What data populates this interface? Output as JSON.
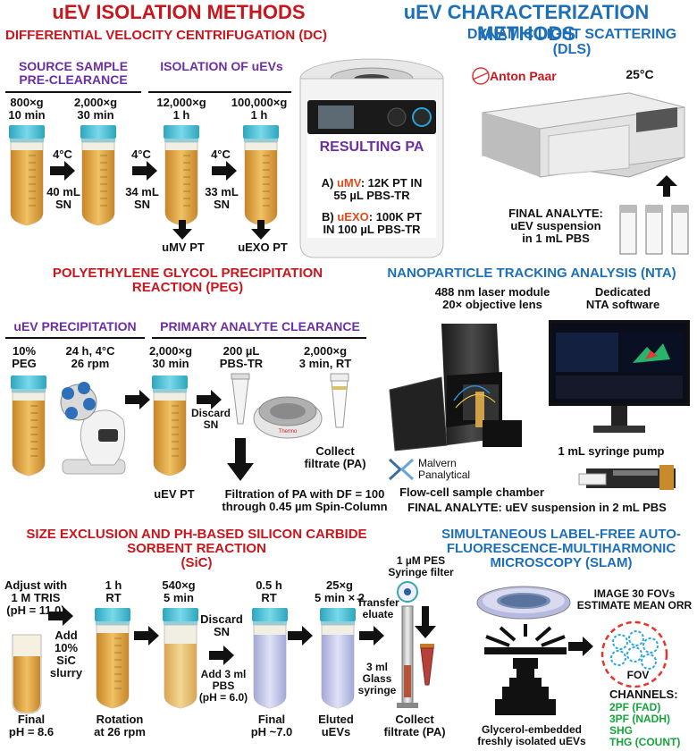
{
  "headers": {
    "isolation": "uEV ISOLATION METHODS",
    "characterization": "uEV CHARACTERIZATION METHODS"
  },
  "dc": {
    "title": "DIFFERENTIAL VELOCITY CENTRIFUGATION (DC)",
    "pre_label": "SOURCE SAMPLE\nPRE-CLEARANCE",
    "iso_label": "ISOLATION OF uEVs",
    "step1": "800×g\n10 min",
    "step2": "2,000×g\n30 min",
    "step3": "12,000×g\n1 h",
    "step4": "100,000×g\n1 h",
    "t1": "4°C",
    "t2": "4°C",
    "t3": "4°C",
    "sn1": "40 mL\nSN",
    "sn2": "34 mL\nSN",
    "sn3": "33 mL\nSN",
    "umv_pt": "uMV PT",
    "uexo_pt": "uEXO PT",
    "result_title": "RESULTING PA",
    "res_a_pre": "A) ",
    "res_a_hl": "uMV",
    "res_a_post": ": 12K PT IN\n55 µL PBS-TR",
    "res_b_pre": "B) ",
    "res_b_hl": "uEXO",
    "res_b_post": ": 100K PT\nIN 100 µL PBS-TR"
  },
  "dls": {
    "title": "DYNAMIC LIGHT SCATTERING\n(DLS)",
    "brand": "Anton Paar",
    "temp": "25°C",
    "final": "FINAL ANALYTE:\nuEV suspension\nin 1 mL PBS"
  },
  "peg": {
    "title": "POLYETHYLENE GLYCOL PRECIPITATION\nREACTION (PEG)",
    "prec_label": "uEV PRECIPITATION",
    "clear_label": "PRIMARY ANALYTE CLEARANCE",
    "s1": "10%\nPEG",
    "s2": "24 h, 4°C\n26 rpm",
    "s3": "2,000×g\n30 min",
    "s4": "200 µL\nPBS-TR",
    "s5": "2,000×g\n3 min, RT",
    "discard": "Discard\nSN",
    "collect": "Collect\nfiltrate (PA)",
    "uev_pt": "uEV PT",
    "filtration": "Filtration of PA with DF = 100\nthrough 0.45 µm Spin-Column"
  },
  "nta": {
    "title": "NANOPARTICLE TRACKING ANALYSIS (NTA)",
    "laser": "488 nm laser module\n20× objective lens",
    "software": "Dedicated\nNTA software",
    "pump": "1 mL syringe pump",
    "brand": "Malvern\nPanalytical",
    "flowcell": "Flow-cell sample chamber",
    "final": "FINAL ANALYTE: uEV suspension in 2 mL PBS"
  },
  "sic": {
    "title": "SIZE EXCLUSION AND PH-BASED SILICON CARBIDE\nSORBENT REACTION\n(SiC)",
    "c1": "Adjust with\n1 M TRIS\n(pH = 11.0)",
    "add_sic": "Add\n10%\nSiC\nslurry",
    "c2": "1 h\nRT",
    "c3": "540×g\n5 min",
    "discard": "Discard\nSN",
    "add_pbs": "Add 3 ml\nPBS\n(pH = 6.0)",
    "c4": "0.5 h\nRT",
    "c5": "25×g\n5 min × 2",
    "c6": "1 µM PES\nSyringe filter",
    "transfer": "Transfer\neluate",
    "syringe": "3 ml\nGlass\nsyringe",
    "b1": "Final\npH = 8.6",
    "b2": "Rotation\nat 26 rpm",
    "b3": "Final\npH ~7.0",
    "b4": "Eluted\nuEVs",
    "b5": "Collect\nfiltrate (PA)"
  },
  "slam": {
    "title": "SIMULTANEOUS LABEL-FREE AUTO-\nFLUORESCENCE-MULTIHARMONIC\nMICROSCOPY (SLAM)",
    "image": "IMAGE 30 FOVs\nESTIMATE MEAN ORR",
    "fov": "FOV",
    "channels_title": "CHANNELS:",
    "channels": [
      "2PF (FAD)",
      "3PF (NADH)",
      "SHG",
      "THG (COUNT)"
    ],
    "glycerol": "Glycerol-embedded\nfreshly isolated uEVs"
  },
  "colors": {
    "red": "#c8161d",
    "blue": "#1d6fb8",
    "purple": "#6b2fa3",
    "green": "#15a43c",
    "tube_cap": "#49bfd3",
    "tube_fluid": "#e0a536"
  }
}
